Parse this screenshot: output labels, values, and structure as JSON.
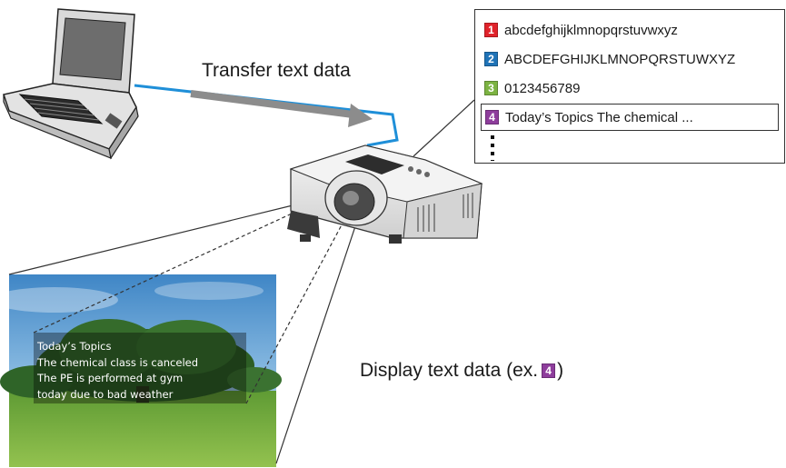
{
  "labels": {
    "transfer": "Transfer text data",
    "display_prefix": "Display text data (ex.",
    "display_badge": "4",
    "display_suffix": ")"
  },
  "list": {
    "items": [
      {
        "number": "1",
        "text": "abcdefghijklmnopqrstuvwxyz",
        "color": "#e0222a"
      },
      {
        "number": "2",
        "text": "ABCDEFGHIJKLMNOPQRSTUWXYZ",
        "color": "#1f73b7"
      },
      {
        "number": "3",
        "text": "0123456789",
        "color": "#7cb342"
      },
      {
        "number": "4",
        "text": "Today’s Topics The chemical ...",
        "color": "#8e3d9c"
      }
    ]
  },
  "screen": {
    "lines": [
      "Today’s Topics",
      "The chemical class is canceled",
      "The PE is performed at gym",
      "today due to bad weather"
    ]
  },
  "colors": {
    "cable": "#1f8fd8",
    "arrow": "#8c8c8c",
    "overlay": "#000000"
  },
  "icons": [
    "laptop-icon",
    "projector-icon"
  ]
}
